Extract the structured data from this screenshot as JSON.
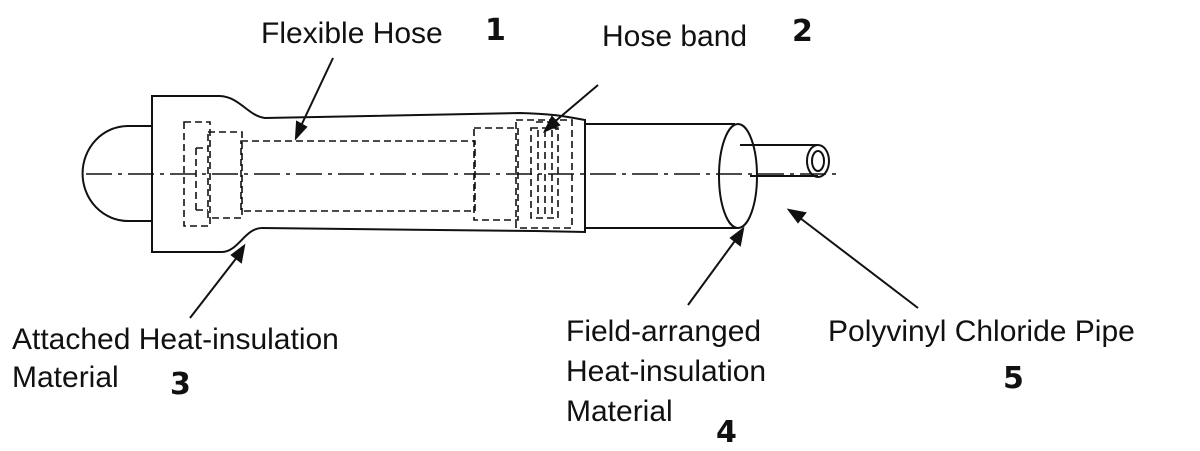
{
  "labels": {
    "flexible_hose": "Flexible Hose",
    "hose_band": "Hose band",
    "attached_line1": "Attached Heat-insulation",
    "attached_line2": "Material",
    "field_line1": "Field-arranged",
    "field_line2": "Heat-insulation",
    "field_line3": "Material",
    "pvc_pipe": "Polyvinyl Chloride Pipe"
  },
  "numbers": {
    "n1": "1",
    "n2": "2",
    "n3": "3",
    "n4": "4",
    "n5": "5"
  },
  "colors": {
    "line": "#111111",
    "background": "#ffffff"
  }
}
